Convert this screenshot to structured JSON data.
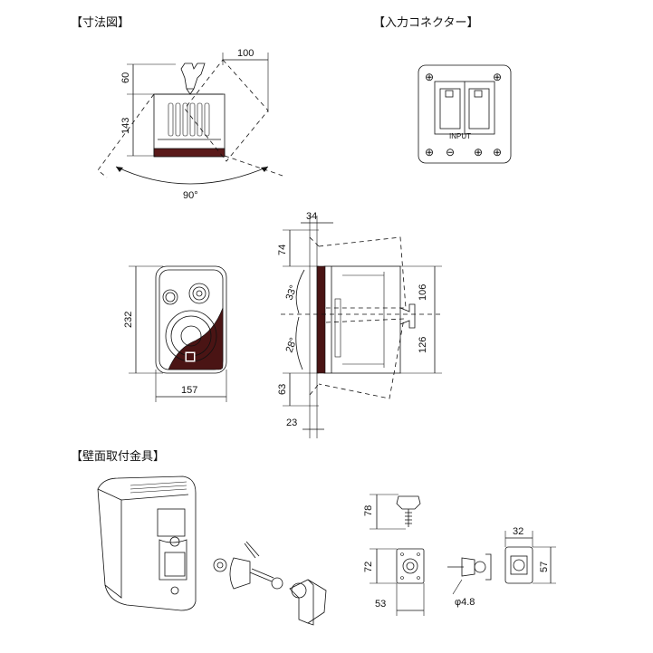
{
  "sections": {
    "dimensions": "【寸法図】",
    "input_connector": "【入力コネクター】",
    "wall_mount": "【壁面取付金具】"
  },
  "dims": {
    "top_width": "100",
    "top_h1": "60",
    "top_h2": "143",
    "angle_90": "90°",
    "front_height": "232",
    "front_width": "157",
    "side_top": "34",
    "side_74": "74",
    "side_33deg": "33°",
    "side_28deg": "28°",
    "side_106": "106",
    "side_126": "126",
    "side_63": "63",
    "side_23": "23",
    "mount_78": "78",
    "mount_72": "72",
    "mount_53": "53",
    "mount_32": "32",
    "mount_57": "57",
    "mount_hole": "φ4.8"
  },
  "connector": {
    "label": "INPUT",
    "plus": "⊕",
    "minus": "⊖"
  }
}
